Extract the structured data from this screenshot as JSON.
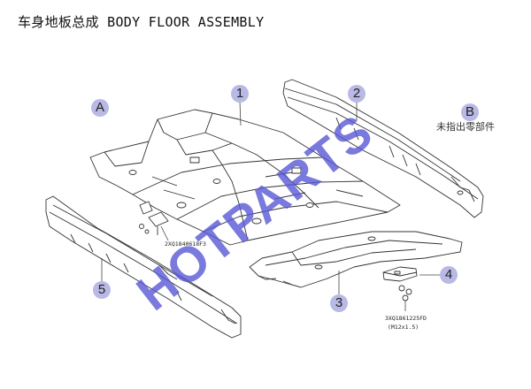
{
  "title": "车身地板总成 BODY FLOOR ASSEMBLY",
  "callouts": {
    "a": "A",
    "b": "B",
    "p1": "1",
    "p2": "2",
    "p3": "3",
    "p4": "4",
    "p5": "5"
  },
  "notes": {
    "b_description": "未指出零部件"
  },
  "part_codes": {
    "fastener_left": "2XQ1840618F3",
    "fastener_right": "3XQ1861225FD",
    "fastener_right_spec": "(M12x1.5)"
  },
  "watermark": "HOTPARTS",
  "colors": {
    "callout_fill": "#b9b9e6",
    "watermark": "#5757d6",
    "line": "#333333"
  }
}
